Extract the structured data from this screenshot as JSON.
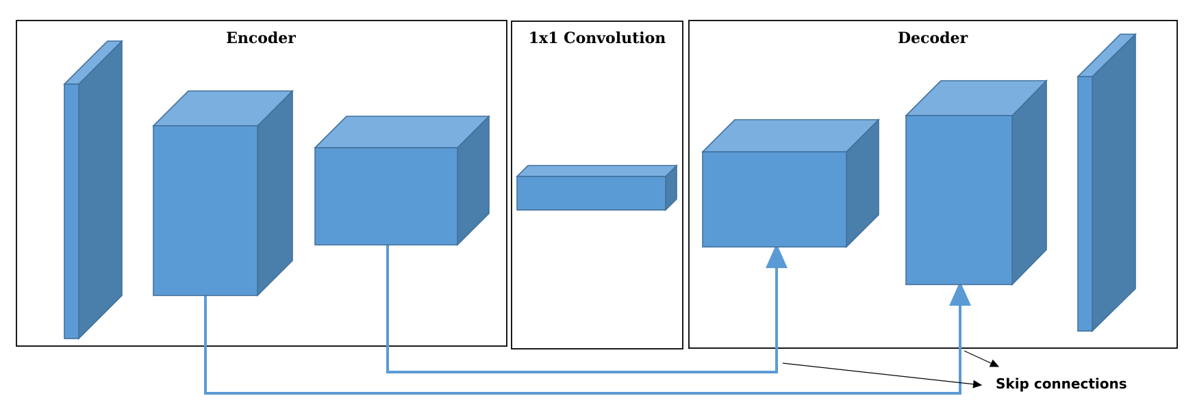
{
  "panels": {
    "encoder": {
      "title": "Encoder"
    },
    "bottleneck": {
      "title": "1x1 Convolution"
    },
    "decoder": {
      "title": "Decoder"
    }
  },
  "annotation": {
    "skip_label": "Skip connections"
  },
  "colors": {
    "block_front": "#5b9bd5",
    "block_top": "#7aafe0",
    "block_side": "#4a7eab",
    "block_edge": "#41719c",
    "skip_line": "#5b9bd5",
    "panel_border": "#000000"
  }
}
